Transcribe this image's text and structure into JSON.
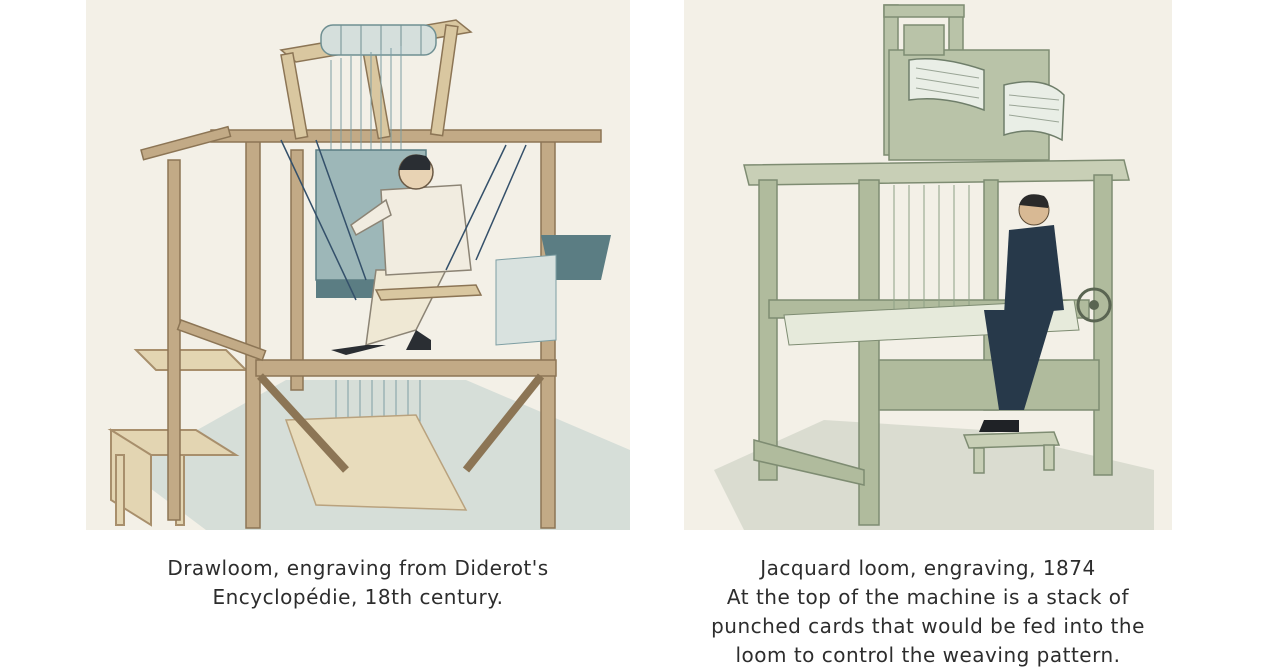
{
  "figures": [
    {
      "caption_lines": [
        "Drawloom, engraving from Diderot's",
        "Encyclopédie, 18th century."
      ]
    },
    {
      "caption_lines": [
        "Jacquard loom, engraving, 1874",
        "At the top of the machine is a stack of",
        "punched cards that would be fed into the",
        "loom to control the weaving pattern."
      ]
    }
  ],
  "colors": {
    "panel_background": "#f3f0e7",
    "wood_light": "#e3d5b2",
    "wood_dark": "#a88f6c",
    "shadow_blue": "#b9cccc",
    "slate_blue": "#5b7d83",
    "loom_green": "#b9c3a8",
    "loom_green_dark": "#7e8c72",
    "coat_navy": "#27394a"
  }
}
